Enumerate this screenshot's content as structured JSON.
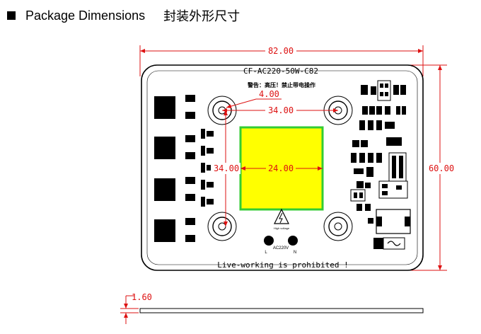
{
  "heading": {
    "bullet_icon": "black-square-bullet",
    "title_en": "Package Dimensions",
    "title_zh": "封装外形尺寸"
  },
  "diagram": {
    "dimensions": {
      "width": "82.00",
      "height": "60.00",
      "hole_pitch_x": "34.00",
      "hole_pitch_y": "34.00",
      "led_size": "24.00",
      "hole_dia": "4.00",
      "thickness": "1.60"
    },
    "board": {
      "model": "CF-AC220-50W-C82",
      "warning": "警告：高压！禁止带电操作",
      "bottom_note": "Live-working is prohibited !",
      "high_voltage_label": "High voltage",
      "input_label": "AC220V",
      "terminal_l": "L",
      "terminal_n": "N"
    },
    "colors": {
      "dimension_lines": "#d11111",
      "led_fill": "#ffff00",
      "led_border": "#33cc33",
      "board_outline": "#000000"
    }
  }
}
